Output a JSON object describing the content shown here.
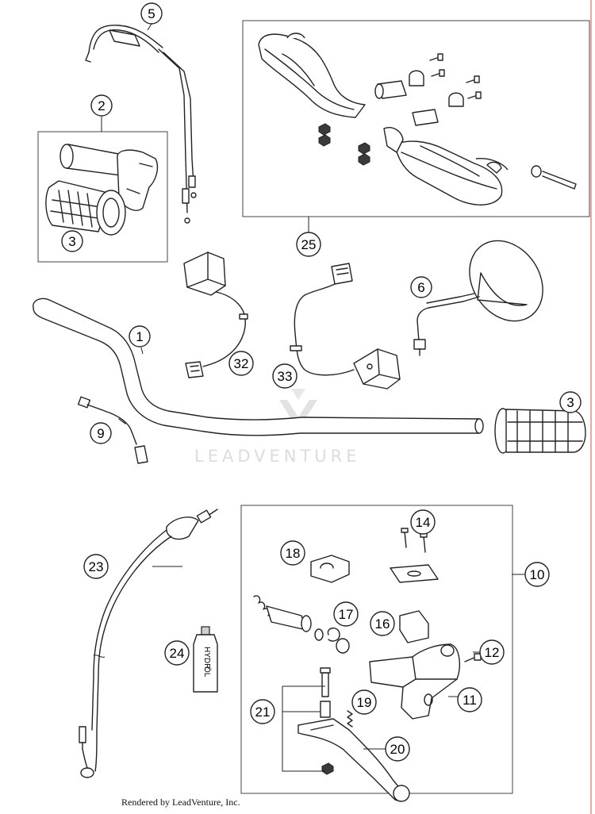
{
  "callouts": {
    "c1": "1",
    "c2": "2",
    "c3a": "3",
    "c3b": "3",
    "c5": "5",
    "c6": "6",
    "c9": "9",
    "c10": "10",
    "c11": "11",
    "c12": "12",
    "c14": "14",
    "c16": "16",
    "c17": "17",
    "c18": "18",
    "c19": "19",
    "c20": "20",
    "c21": "21",
    "c23": "23",
    "c24": "24",
    "c25": "25",
    "c32": "32",
    "c33": "33"
  },
  "oil_bottle_label": {
    "line1": "HYDR.",
    "line2": "ÖL"
  },
  "watermark": {
    "text": "LEADVENTURE"
  },
  "footer": {
    "text": "Rendered by LeadVenture, Inc."
  },
  "colors": {
    "line": "#222222",
    "watermark": "#dcdcdc",
    "margin_line": "#d05050"
  }
}
